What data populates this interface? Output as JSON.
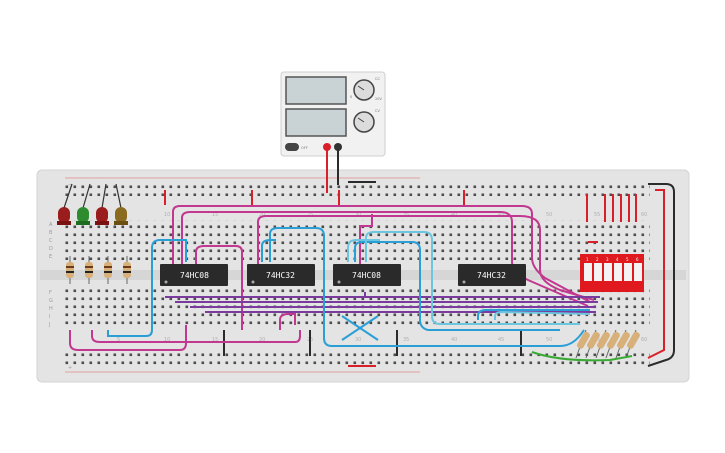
{
  "breadboard": {
    "column_labels": [
      "5",
      "10",
      "15",
      "20",
      "25",
      "30",
      "35",
      "40",
      "45",
      "50",
      "55",
      "60"
    ],
    "row_labels_top": [
      "A",
      "B",
      "C",
      "D",
      "E"
    ],
    "row_labels_bottom": [
      "F",
      "G",
      "H",
      "I",
      "J"
    ],
    "rail_plus": "+",
    "rail_minus": "−"
  },
  "chips": [
    {
      "label": "74HC08"
    },
    {
      "label": "74HC32"
    },
    {
      "label": "74HC08"
    },
    {
      "label": "74HC32"
    }
  ],
  "power_supply": {
    "knob1_label": "CC",
    "knob2_label": "CV",
    "button_label": "OFF",
    "scale_min": "0",
    "scale_max": "20V"
  },
  "leds": [
    {
      "color": "#9b1c1c"
    },
    {
      "color": "#2e8b2e"
    },
    {
      "color": "#9b1c1c"
    },
    {
      "color": "#8a6a1f"
    }
  ],
  "dip_switch": {
    "count": 6,
    "numbers": [
      "1",
      "2",
      "3",
      "4",
      "5",
      "6"
    ]
  },
  "colors": {
    "wire_magenta": "#c2378f",
    "wire_purple": "#7a3a9e",
    "wire_blue": "#2a9fd6",
    "wire_lightblue": "#6cc6e0",
    "wire_red": "#d9202a",
    "wire_black": "#2b2b2b",
    "wire_green": "#3aaa35",
    "board": "#e4e4e4",
    "chip": "#2a2a2a",
    "dip": "#e0191f"
  }
}
